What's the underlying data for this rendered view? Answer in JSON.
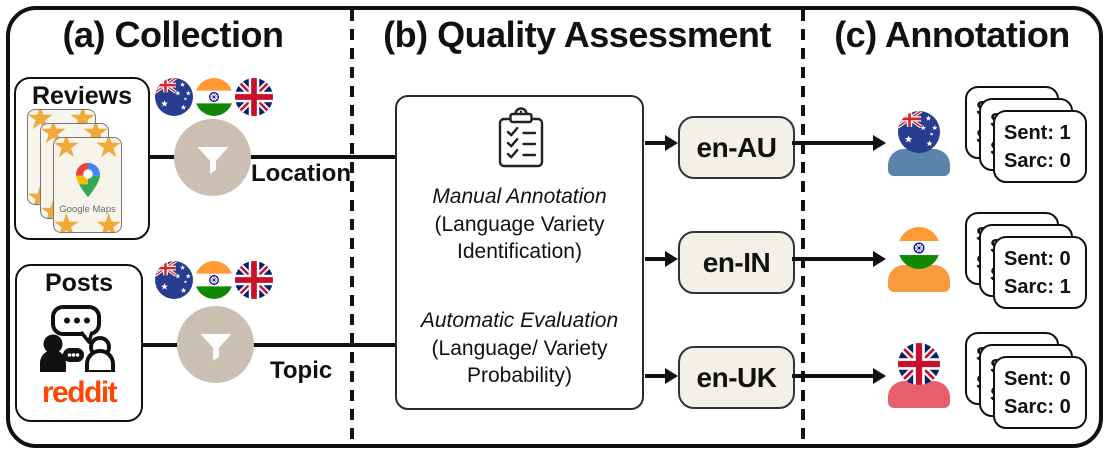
{
  "icons": {
    "star": "★"
  },
  "colors": {
    "filter_circle": "#CBBFB2",
    "badge_bg": "#F2F0E8",
    "annotator_au_body": "#5C83AC",
    "annotator_in_body": "#F79B3C",
    "annotator_uk_body": "#E5606A",
    "reddit_orange": "#FF4500",
    "star_gold": "#F2A93B"
  },
  "section_a": {
    "title": "(a) Collection",
    "reviews_card": {
      "title": "Reviews",
      "source_label": "Google Maps"
    },
    "posts_card": {
      "title": "Posts",
      "source_label": "reddit"
    },
    "filter_rows": [
      {
        "label": "Location"
      },
      {
        "label": "Topic"
      }
    ],
    "flags": [
      "australia-flag",
      "india-flag",
      "uk-flag"
    ]
  },
  "section_b": {
    "title": "(b) Quality Assessment",
    "manual": {
      "heading": "Manual Annotation",
      "detail": "(Language Variety Identification)"
    },
    "automatic": {
      "heading": "Automatic Evaluation",
      "detail": "(Language/ Variety Probability)"
    },
    "varieties": [
      {
        "label": "en-AU"
      },
      {
        "label": "en-IN"
      },
      {
        "label": "en-UK"
      }
    ]
  },
  "section_c": {
    "title": "(c) Annotation",
    "annotators": [
      {
        "flag": "australia-flag",
        "sent": "Sent: 1",
        "sarc": "Sarc: 0"
      },
      {
        "flag": "india-flag",
        "sent": "Sent: 0",
        "sarc": "Sarc: 1"
      },
      {
        "flag": "uk-flag",
        "sent": "Sent: 0",
        "sarc": "Sarc: 0"
      }
    ]
  }
}
